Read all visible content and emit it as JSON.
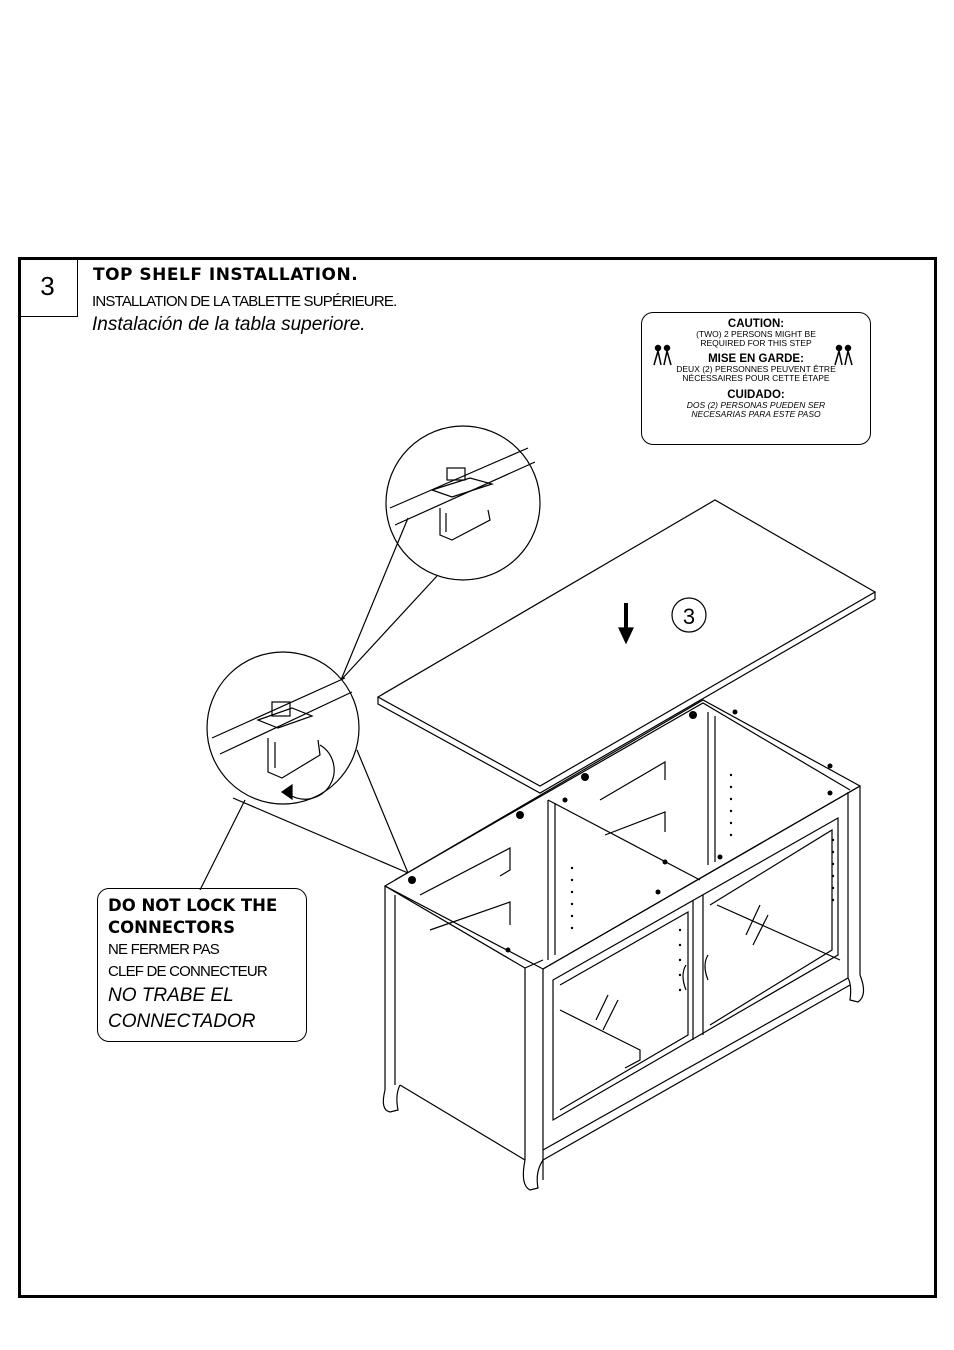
{
  "step": {
    "number": "3",
    "title_en": "TOP SHELF INSTALLATION.",
    "title_fr": "INSTALLATION DE LA TABLETTE SUPÉRIEURE.",
    "title_es": "Instalación de la tabla superiore."
  },
  "caution": {
    "en_heading": "CAUTION:",
    "en_line1": "(TWO) 2 PERSONS MIGHT BE",
    "en_line2": "REQUIRED FOR THIS STEP",
    "fr_heading": "MISE EN GARDE:",
    "fr_line1": "DEUX (2) PERSONNES PEUVENT ÊTRE",
    "fr_line2": "NÉCESSAIRES POUR CETTE ÉTAPE",
    "es_heading": "CUIDADO:",
    "es_line1": "DOS (2) PERSONAS PUEDEN SER",
    "es_line2": "NECESARIAS PARA ESTE PASO"
  },
  "warning": {
    "en_line1": "DO NOT LOCK THE",
    "en_line2": "CONNECTORS",
    "fr_line1": "NE FERMER PAS",
    "fr_line2": "CLEF DE CONNECTEUR",
    "es_line1": "NO TRABE EL",
    "es_line2": "CONNECTADOR"
  },
  "part_callout": "3"
}
